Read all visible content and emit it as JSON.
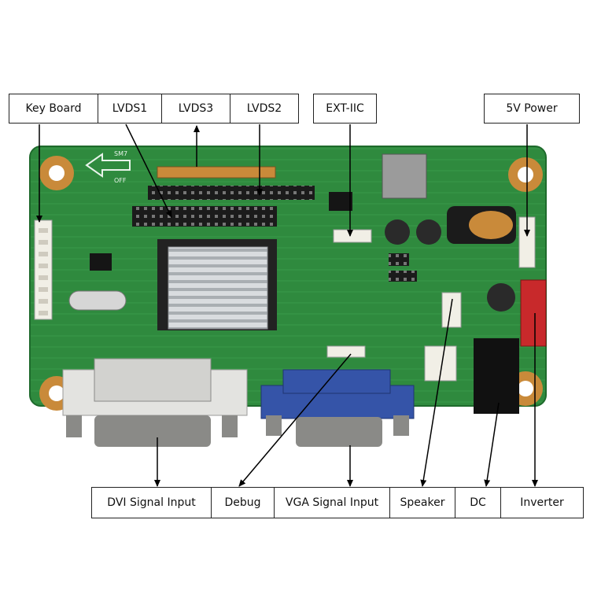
{
  "labels": {
    "keyboard": "Key Board",
    "lvds1": "LVDS1",
    "lvds3": "LVDS3",
    "lvds2": "LVDS2",
    "extiic": "EXT-IIC",
    "power5v": "5V Power",
    "dvi": "DVI Signal Input",
    "debug": "Debug",
    "vga": "VGA Signal Input",
    "speaker": "Speaker",
    "dc": "DC",
    "inverter": "Inverter"
  },
  "colors": {
    "board": "#2f8a3e",
    "board_dark": "#1e6a2c",
    "heatsink": "#cfd3d6",
    "vga_blue": "#3554a8",
    "dvi_white": "#e3e3e0",
    "red_connector": "#c8292b",
    "copper": "#c98a3a",
    "arrow": "#000000"
  },
  "silkscreen": {
    "arrow_text_1": "SM7",
    "arrow_text_2": "OFF"
  }
}
